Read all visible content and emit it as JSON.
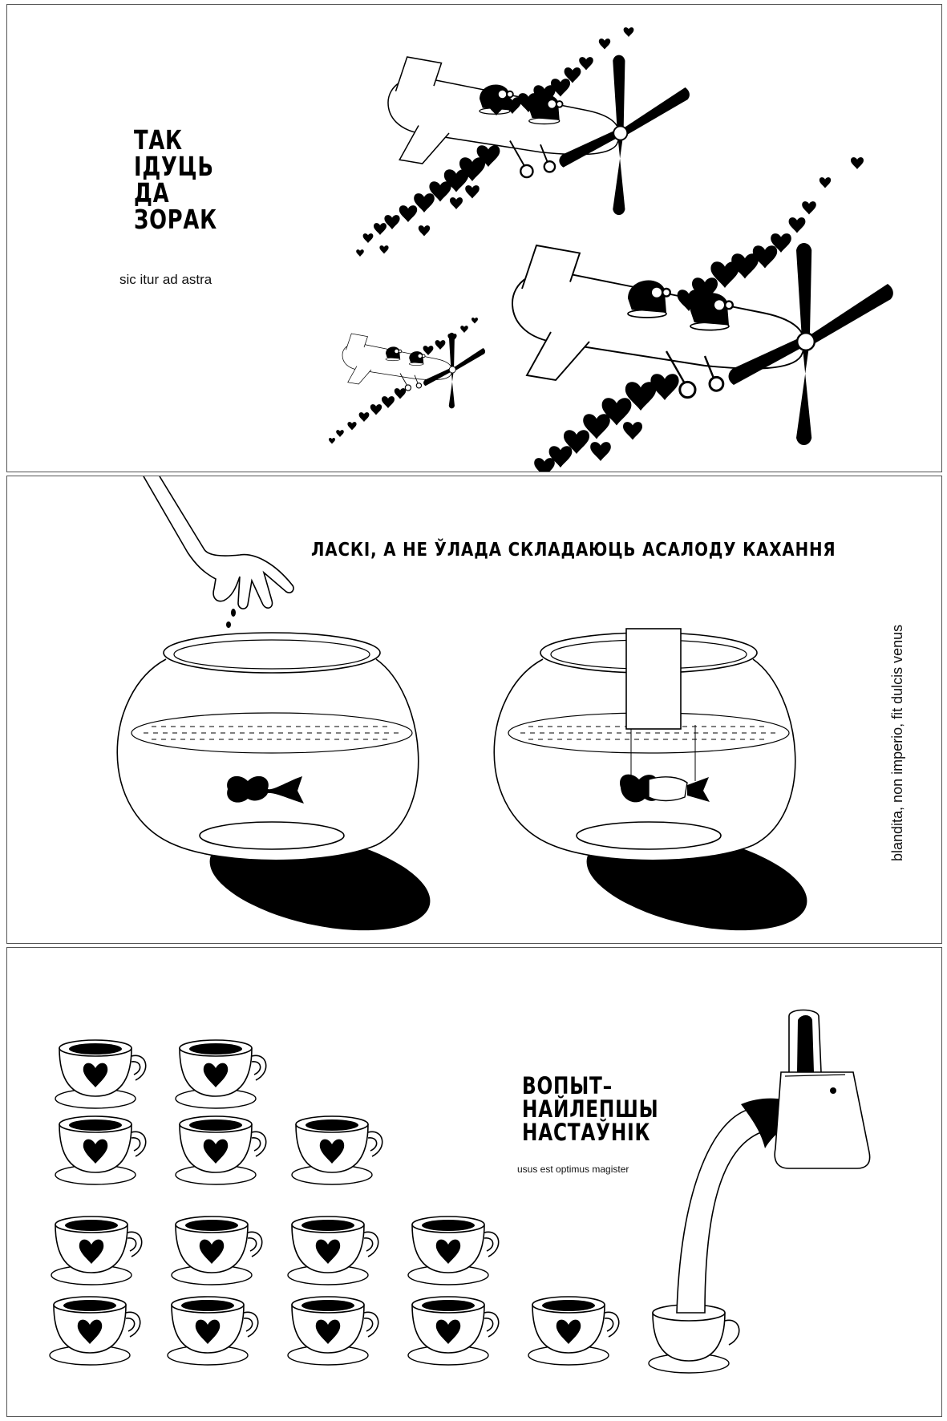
{
  "panels": [
    {
      "title_lines": [
        "ТАК",
        "ІДУЦЬ",
        "ДА",
        "ЗОРАК"
      ],
      "latin": "sic itur ad astra"
    },
    {
      "title": "ЛАСКІ, А НЕ ЎЛАДА СКЛАДАЮЦЬ АСАЛОДУ КАХАННЯ",
      "latin": "blandita, non imperio, fit dulcis venus"
    },
    {
      "title_lines": [
        "ВОПЫТ–",
        "НАЙЛЕПШЫ",
        "НАСТАЎНІК"
      ],
      "latin": "usus est optimus magister"
    }
  ],
  "colors": {
    "ink": "#000000",
    "paper": "#ffffff",
    "border": "#555555"
  }
}
